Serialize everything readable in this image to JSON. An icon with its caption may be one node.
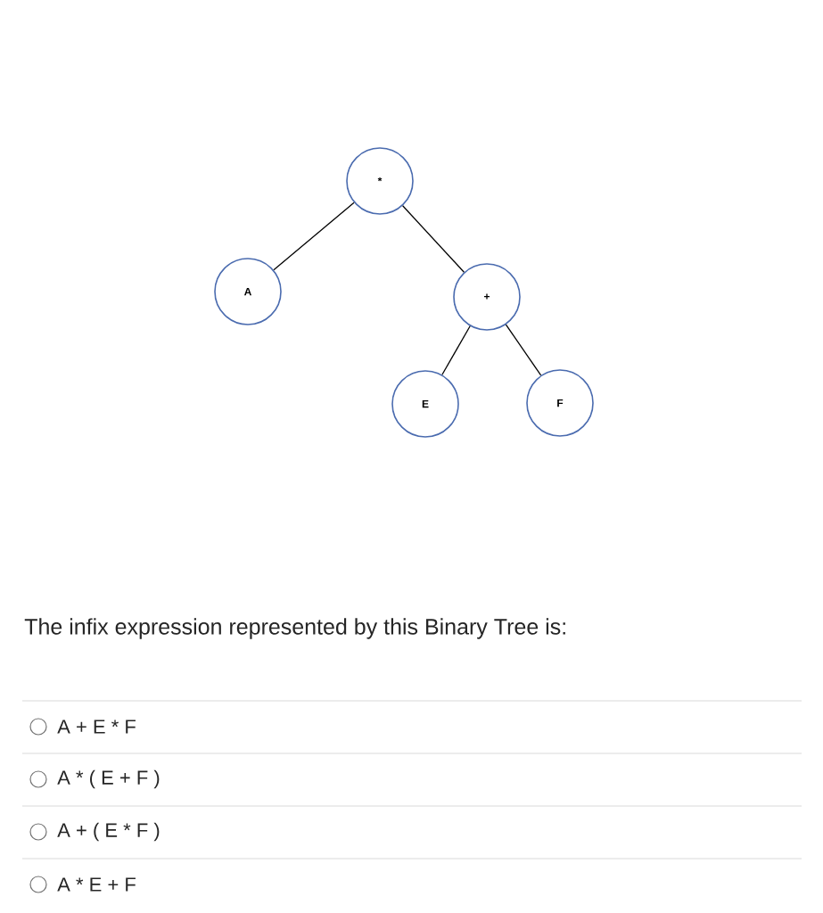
{
  "diagram": {
    "nodes": [
      {
        "text": [
          "*"
        ]
      },
      {
        "text": [
          "A"
        ]
      },
      {
        "text": [
          "+"
        ]
      },
      {
        "text": [
          "E"
        ]
      },
      {
        "text": [
          "F"
        ]
      }
    ],
    "edges": [
      {
        "from": 0,
        "to": 1,
        "arrow": "none"
      },
      {
        "from": 0,
        "to": 2,
        "arrow": "none"
      },
      {
        "from": 2,
        "to": 3,
        "arrow": "none"
      },
      {
        "from": 2,
        "to": 4,
        "arrow": "none"
      }
    ],
    "labels": [
      "The infix expression represented by this Binary Tree is:",
      "A + E * F",
      "A * ( E + F )",
      "A + ( E * F )",
      "A * E + F"
    ]
  }
}
